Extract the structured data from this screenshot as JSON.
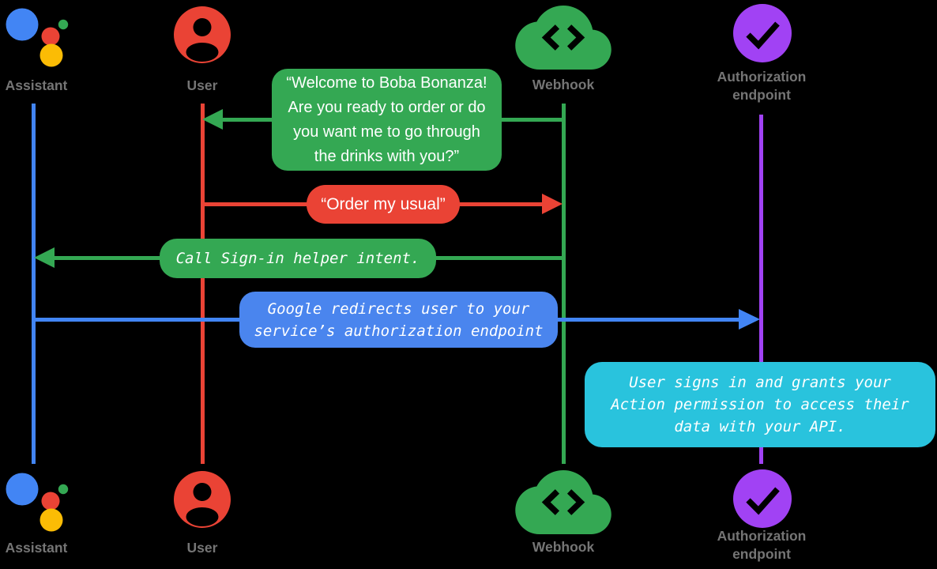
{
  "diagram": {
    "title": "Account sign-in sequence diagram",
    "background_color": "#000000",
    "label_color": "#757575",
    "actors": [
      {
        "name": "Assistant",
        "icon": "google-assistant-logo",
        "color": "#4285f4"
      },
      {
        "name": "User",
        "icon": "person-icon",
        "color": "#ea4335"
      },
      {
        "name": "Webhook",
        "icon": "cloud-code-icon",
        "color": "#34a853"
      },
      {
        "name": "Authorization endpoint",
        "icon": "check-circle-icon",
        "color": "#a142f4"
      }
    ],
    "messages": [
      {
        "from": "Webhook",
        "to": "User",
        "direction": "left",
        "color": "#34a853",
        "lines": [
          "“Welcome to Boba Bonanza!",
          "Are you ready to order or do",
          "you want me to go through",
          "the drinks with you?”"
        ]
      },
      {
        "from": "User",
        "to": "Webhook",
        "direction": "right",
        "color": "#ea4335",
        "lines": [
          "“Order my usual”"
        ]
      },
      {
        "from": "Webhook",
        "to": "Assistant",
        "direction": "left",
        "color": "#34a853",
        "lines": [
          "Call Sign-in helper intent."
        ]
      },
      {
        "from": "Assistant",
        "to": "Authorization endpoint",
        "direction": "right",
        "color": "#4a85ee",
        "lines": [
          "Google redirects user to your",
          "service’s authorization endpoint"
        ]
      },
      {
        "note_on": "Authorization endpoint",
        "color": "#29c3dd",
        "lines": [
          "User signs in and grants your",
          "Action permission to access their",
          "data with your API."
        ]
      }
    ]
  }
}
